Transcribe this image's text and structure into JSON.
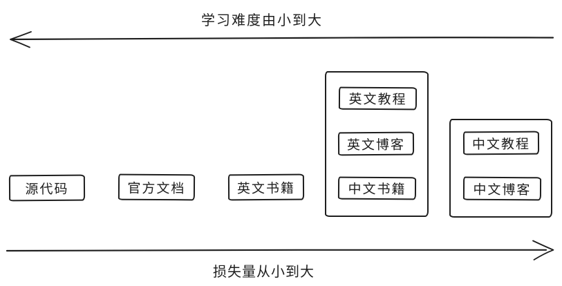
{
  "axes": {
    "top": {
      "label": "学习难度由小到大",
      "direction": "left"
    },
    "bottom": {
      "label": "损失量从小到大",
      "direction": "right"
    }
  },
  "boxes": {
    "source_code": "源代码",
    "official_docs": "官方文档",
    "english_books": "英文书籍"
  },
  "groups": [
    {
      "items": [
        "英文教程",
        "英文博客",
        "中文书籍"
      ]
    },
    {
      "items": [
        "中文教程",
        "中文博客"
      ]
    }
  ],
  "colors": {
    "ink": "#1e1e1e",
    "background": "#ffffff"
  }
}
